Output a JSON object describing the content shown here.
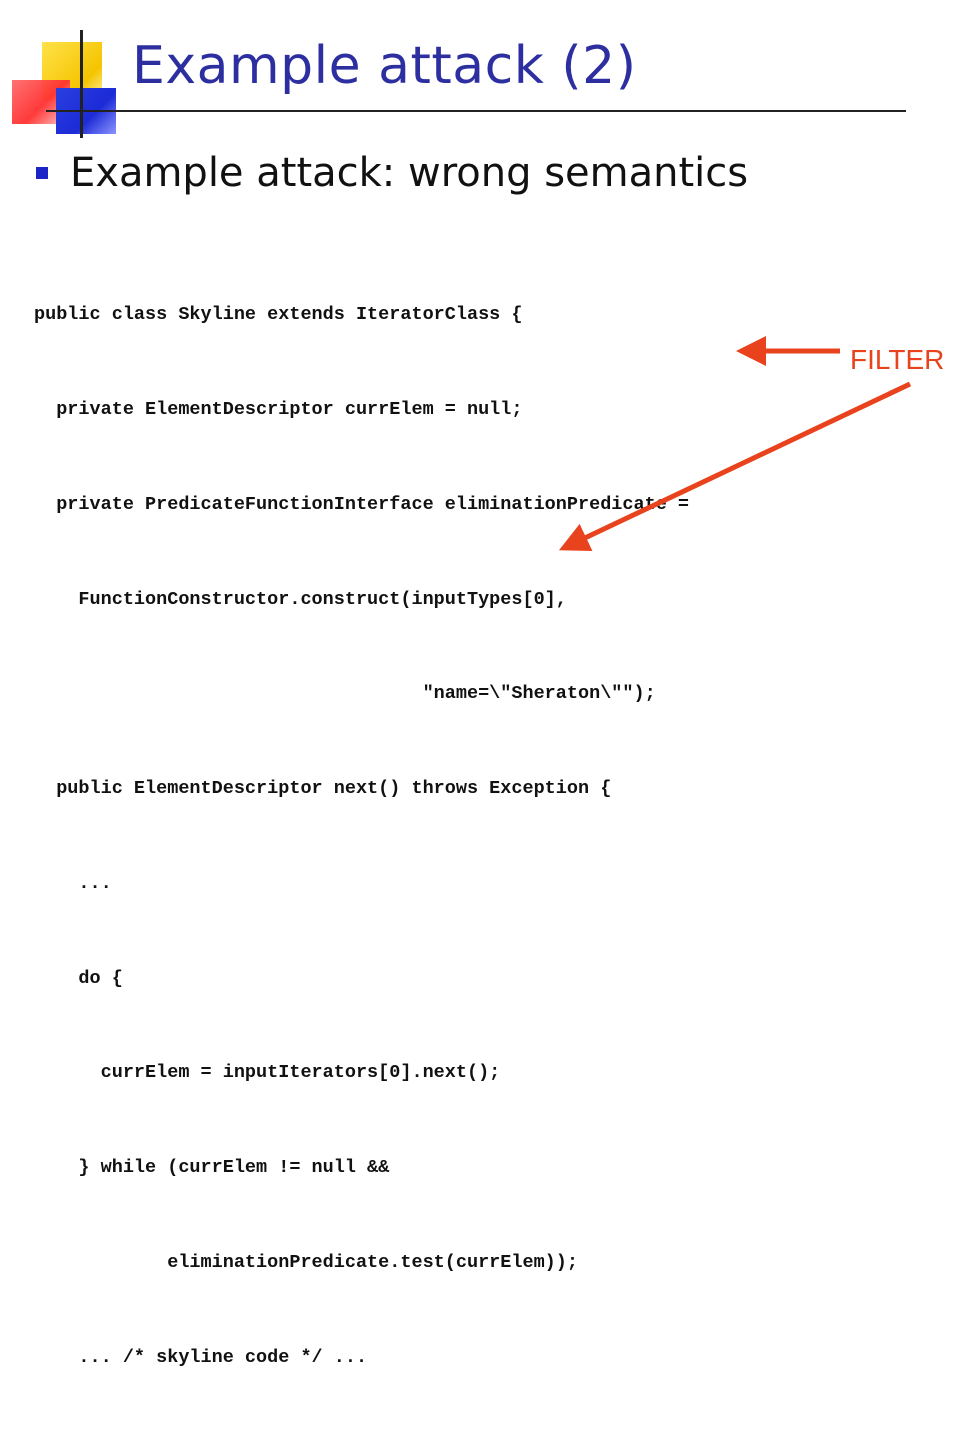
{
  "slide": {
    "title": "Example attack (2)",
    "bullet": "Example attack: wrong semantics"
  },
  "code_lines": [
    "public class Skyline extends IteratorClass {",
    "  private ElementDescriptor currElem = null;",
    "  private PredicateFunctionInterface eliminationPredicate =",
    "    FunctionConstructor.construct(inputTypes[0],",
    "                                   \"name=\\\"Sheraton\\\"\");",
    "  public ElementDescriptor next() throws Exception {",
    "    ...",
    "    do {",
    "      currElem = inputIterators[0].next();",
    "    } while (currElem != null &&",
    "            eliminationPredicate.test(currElem));",
    "    ... /* skyline code */ ...",
    "  }  ... }"
  ],
  "annotation": {
    "label": "FILTER",
    "color": "#e8431c"
  }
}
